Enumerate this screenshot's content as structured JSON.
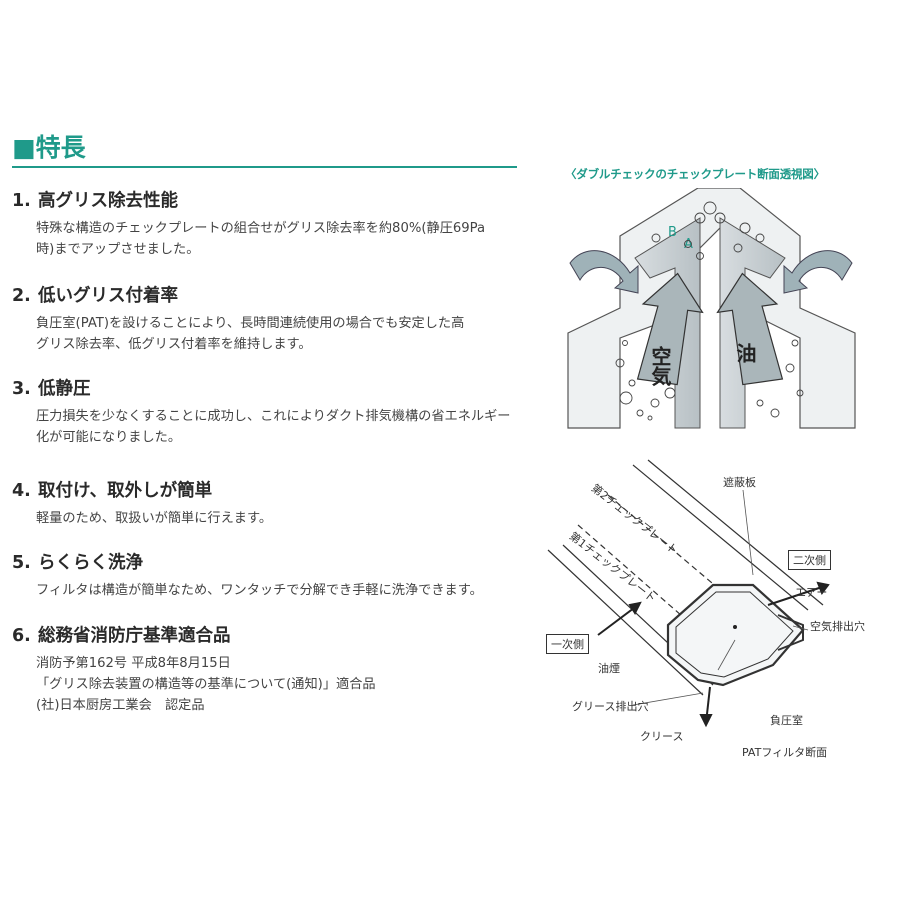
{
  "section": {
    "title": "■特長"
  },
  "features": [
    {
      "number": "1.",
      "title": "高グリス除去性能",
      "lines": [
        "特殊な構造のチェックプレートの組合せがグリス除去率を約80%(静圧69Pa",
        "時)までアップさせました。"
      ]
    },
    {
      "number": "2.",
      "title": "低いグリス付着率",
      "lines": [
        "負圧室(PAT)を設けることにより、長時間連続使用の場合でも安定した高",
        "グリス除去率、低グリス付着率を維持します。"
      ]
    },
    {
      "number": "3.",
      "title": "低静圧",
      "lines": [
        "圧力損失を少なくすることに成功し、これによりダクト排気機構の省エネルギー",
        "化が可能になりました。"
      ]
    },
    {
      "number": "4.",
      "title": "取付け、取外しが簡単",
      "lines": [
        "軽量のため、取扱いが簡単に行えます。"
      ]
    },
    {
      "number": "5.",
      "title": "らくらく洗浄",
      "lines": [
        "フィルタは構造が簡単なため、ワンタッチで分解でき手軽に洗浄できます。"
      ]
    },
    {
      "number": "6.",
      "title": "総務省消防庁基準適合品",
      "lines": [
        "消防予第162号 平成8年8月15日",
        "「グリス除去装置の構造等の基準について(通知)」適合品",
        "(社)日本厨房工業会　認定品"
      ]
    }
  ],
  "top_diagram": {
    "caption": "〈ダブルチェックのチェックプレート断面透視図〉",
    "label_b": "B",
    "label_a": "A",
    "air": "空気",
    "oil": "油"
  },
  "bottom_diagram": {
    "shield": "遮蔽板",
    "second_plate": "第2チェックプレート",
    "first_plate": "第1チェックプレート",
    "secondary_side": "二次側",
    "air_out": "エアー",
    "air_hole": "空気排出穴",
    "primary_side": "一次側",
    "oil_smoke": "油煙",
    "grease_hole": "グリース排出穴",
    "negative_room": "負圧室",
    "grease": "クリース",
    "caption": "PATフィルタ断面"
  },
  "colors": {
    "accent": "#1f9a8a",
    "diagram_fill": "#bfc7cb",
    "diagram_dark": "#8a9498"
  }
}
